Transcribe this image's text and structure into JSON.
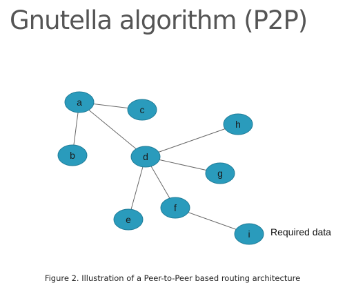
{
  "title": "Gnutella algorithm (P2P)",
  "colors": {
    "node_fill": "#2a9bbc",
    "node_stroke": "#1f7c98",
    "edge": "#666666"
  },
  "nodes": [
    {
      "id": "a",
      "label": "a"
    },
    {
      "id": "b",
      "label": "b"
    },
    {
      "id": "c",
      "label": "c"
    },
    {
      "id": "d",
      "label": "d"
    },
    {
      "id": "e",
      "label": "e"
    },
    {
      "id": "f",
      "label": "f"
    },
    {
      "id": "g",
      "label": "g"
    },
    {
      "id": "h",
      "label": "h"
    },
    {
      "id": "i",
      "label": "i"
    }
  ],
  "edges": [
    {
      "from": "a",
      "to": "b"
    },
    {
      "from": "a",
      "to": "c"
    },
    {
      "from": "a",
      "to": "d"
    },
    {
      "from": "d",
      "to": "h"
    },
    {
      "from": "d",
      "to": "g"
    },
    {
      "from": "d",
      "to": "e"
    },
    {
      "from": "d",
      "to": "f"
    },
    {
      "from": "f",
      "to": "i"
    }
  ],
  "annotation": "Required data",
  "caption": "Figure 2. Illustration of a Peer-to-Peer based routing architecture"
}
